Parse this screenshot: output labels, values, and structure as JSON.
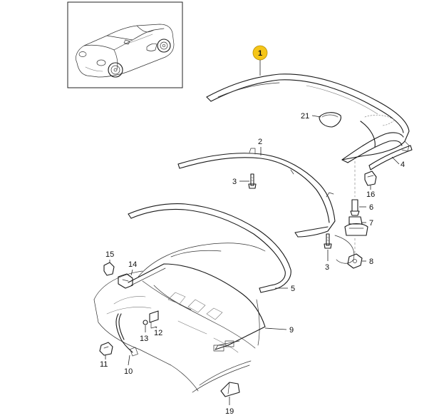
{
  "parts": [
    {
      "id": "p1",
      "number": "1",
      "highlighted": true
    },
    {
      "id": "p2",
      "number": "2"
    },
    {
      "id": "p3a",
      "number": "3"
    },
    {
      "id": "p3b",
      "number": "3"
    },
    {
      "id": "p4",
      "number": "4"
    },
    {
      "id": "p5",
      "number": "5"
    },
    {
      "id": "p6",
      "number": "6"
    },
    {
      "id": "p7",
      "number": "7"
    },
    {
      "id": "p8",
      "number": "8"
    },
    {
      "id": "p9",
      "number": "9"
    },
    {
      "id": "p10",
      "number": "10"
    },
    {
      "id": "p11",
      "number": "11"
    },
    {
      "id": "p12",
      "number": "12"
    },
    {
      "id": "p13",
      "number": "13"
    },
    {
      "id": "p14",
      "number": "14"
    },
    {
      "id": "p15",
      "number": "15"
    },
    {
      "id": "p16",
      "number": "16"
    },
    {
      "id": "p19",
      "number": "19"
    },
    {
      "id": "p21",
      "number": "21"
    }
  ],
  "colors": {
    "highlight": "#f5c518",
    "line": "#1a1a1a",
    "background": "#ffffff"
  }
}
